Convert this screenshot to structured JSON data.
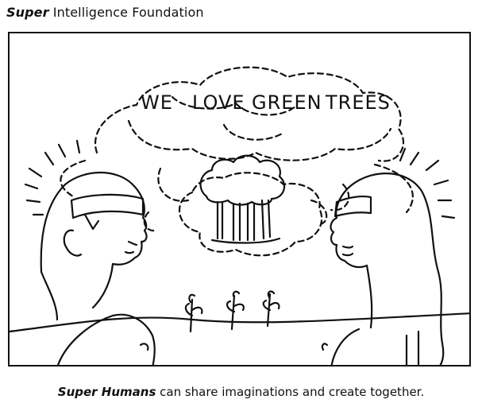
{
  "header": {
    "brand_bold": "Super",
    "brand_rest": " Intelligence Foundation"
  },
  "illustration": {
    "thought_words": [
      "WE",
      "LOVE",
      "GREEN",
      "TREES"
    ]
  },
  "caption": {
    "bold": "Super Humans",
    "rest": " can share imaginations and create together."
  }
}
